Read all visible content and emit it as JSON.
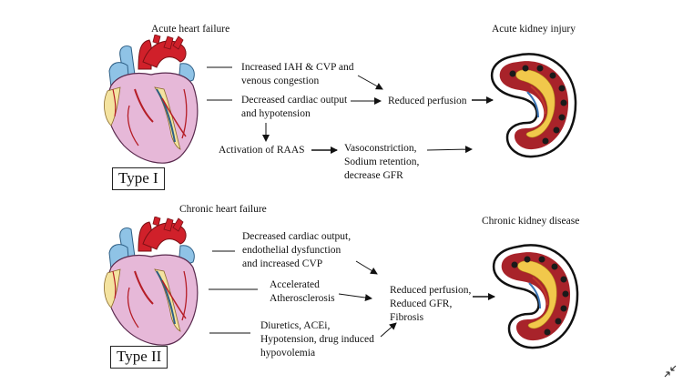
{
  "top": {
    "header": "Acute heart failure",
    "kidney_label": "Acute kidney injury",
    "type_label": "Type I",
    "box1": [
      "Increased IAH & CVP and",
      "venous congestion"
    ],
    "box2": [
      "Decreased cardiac output",
      "and hypotension"
    ],
    "result": "Reduced perfusion",
    "raas": "Activation of RAAS",
    "vaso": [
      "Vasoconstriction,",
      "Sodium retention,",
      "decrease GFR"
    ]
  },
  "bottom": {
    "header": "Chronic heart failure",
    "kidney_label": "Chronic kidney disease",
    "type_label": "Type II",
    "box1": [
      "Decreased cardiac output,",
      "endothelial dysfunction",
      "and increased CVP"
    ],
    "box2": [
      "Accelerated",
      "Atherosclerosis"
    ],
    "box3": [
      "Diuretics, ACEi,",
      "Hypotension, drug induced",
      "hypovolemia"
    ],
    "result": [
      "Reduced perfusion,",
      "Reduced GFR,",
      "Fibrosis"
    ]
  },
  "icons": {
    "collapse": "collapse-icon"
  },
  "colors": {
    "aorta_red": "#d0202a",
    "vessel_blue": "#8fc3e6",
    "heart_pink": "#e6b8d8",
    "heart_fat": "#f4e3a0",
    "kidney_red": "#a8232a",
    "kidney_yellow": "#f1c84b"
  }
}
